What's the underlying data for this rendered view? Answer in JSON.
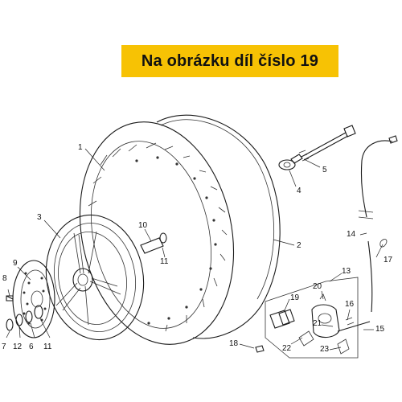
{
  "banner": {
    "text": "Na obrázku díl číslo 19"
  },
  "diagram": {
    "callouts": [
      "1",
      "2",
      "3",
      "4",
      "5",
      "6",
      "7",
      "8",
      "9",
      "10",
      "11",
      "11",
      "12",
      "13",
      "14",
      "15",
      "16",
      "17",
      "18",
      "19",
      "20",
      "21",
      "22",
      "23"
    ]
  },
  "colors": {
    "banner_bg": "#f7c204",
    "line": "#222222",
    "background": "#ffffff"
  }
}
